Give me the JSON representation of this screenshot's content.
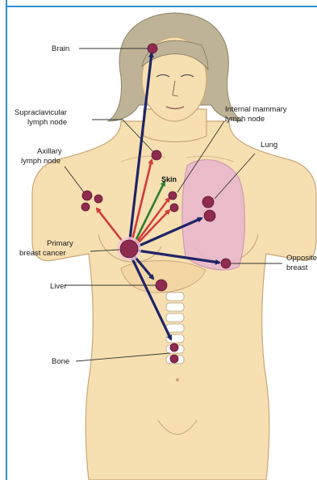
{
  "labels": {
    "brain": "Brain",
    "supraclavicular_line1": "Supraclavicular",
    "supraclavicular_line2": "lymph node",
    "internal_mammary_line1": "Internal mammary",
    "internal_mammary_line2": "lymph node",
    "axillary_line1": "Axillary",
    "axillary_line2": "lymph node",
    "lung": "Lung",
    "skin": "Skin",
    "primary_line1": "Primary",
    "primary_line2": "breast cancer",
    "opposite_line1": "Opposite",
    "opposite_line2": "breast",
    "liver": "Liver",
    "bone": "Bone"
  },
  "colors": {
    "body": "#f6dfb1",
    "hair": "#bfb397",
    "lung": "#e8b7cf",
    "metastasis": "#8e2b4f",
    "arrow_navy": "#1f2466",
    "arrow_red": "#d23a3a",
    "arrow_green": "#2e7d32",
    "frame": "#2f8fd6"
  }
}
